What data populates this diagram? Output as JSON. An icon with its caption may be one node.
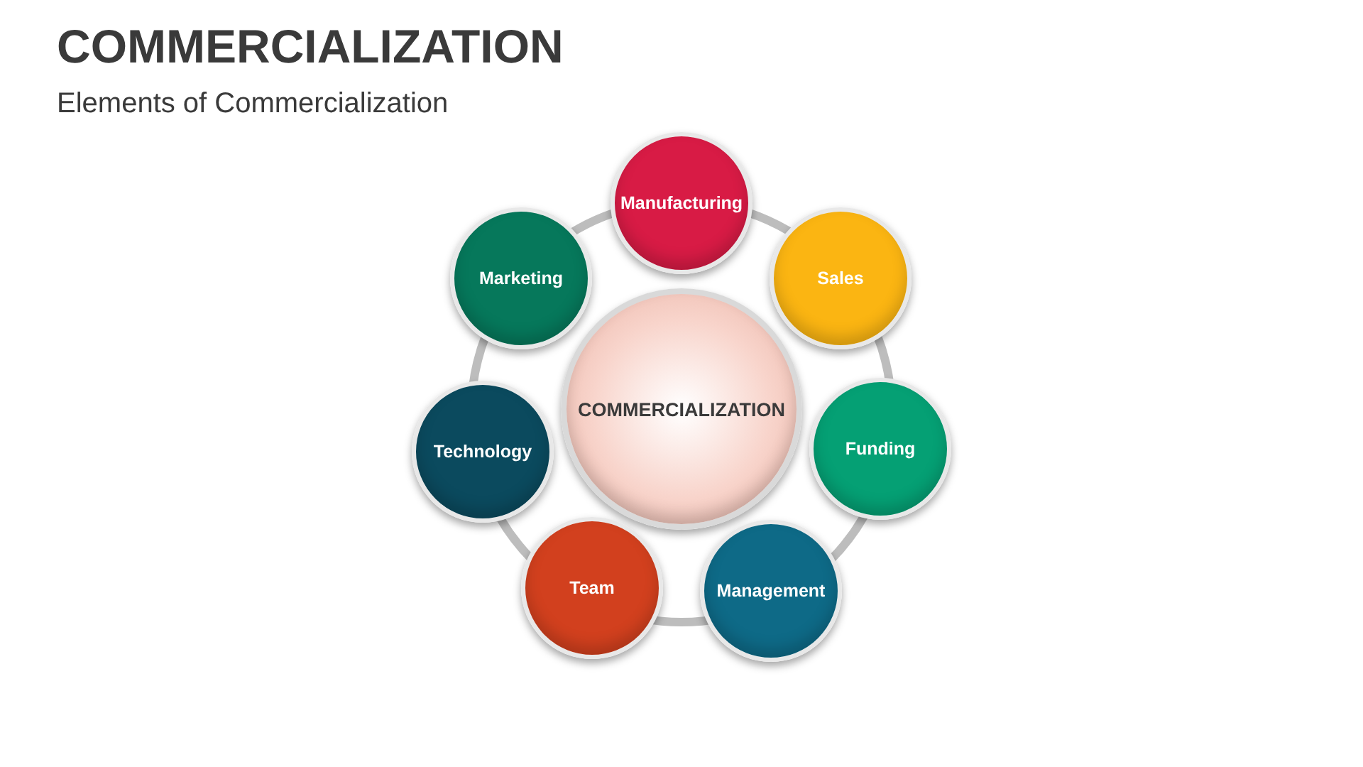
{
  "diagram": {
    "title": "COMMERCIALIZATION",
    "caption": "Elements of Commercialization",
    "nodes": [
      {
        "text": [
          "COMMERCIALIZATION"
        ]
      },
      {
        "text": [
          "Manufacturing"
        ]
      },
      {
        "text": [
          "Sales"
        ]
      },
      {
        "text": [
          "Funding"
        ]
      },
      {
        "text": [
          "Management"
        ]
      },
      {
        "text": [
          "Team"
        ]
      },
      {
        "text": [
          "Technology"
        ]
      },
      {
        "text": [
          "Marketing"
        ]
      }
    ]
  }
}
